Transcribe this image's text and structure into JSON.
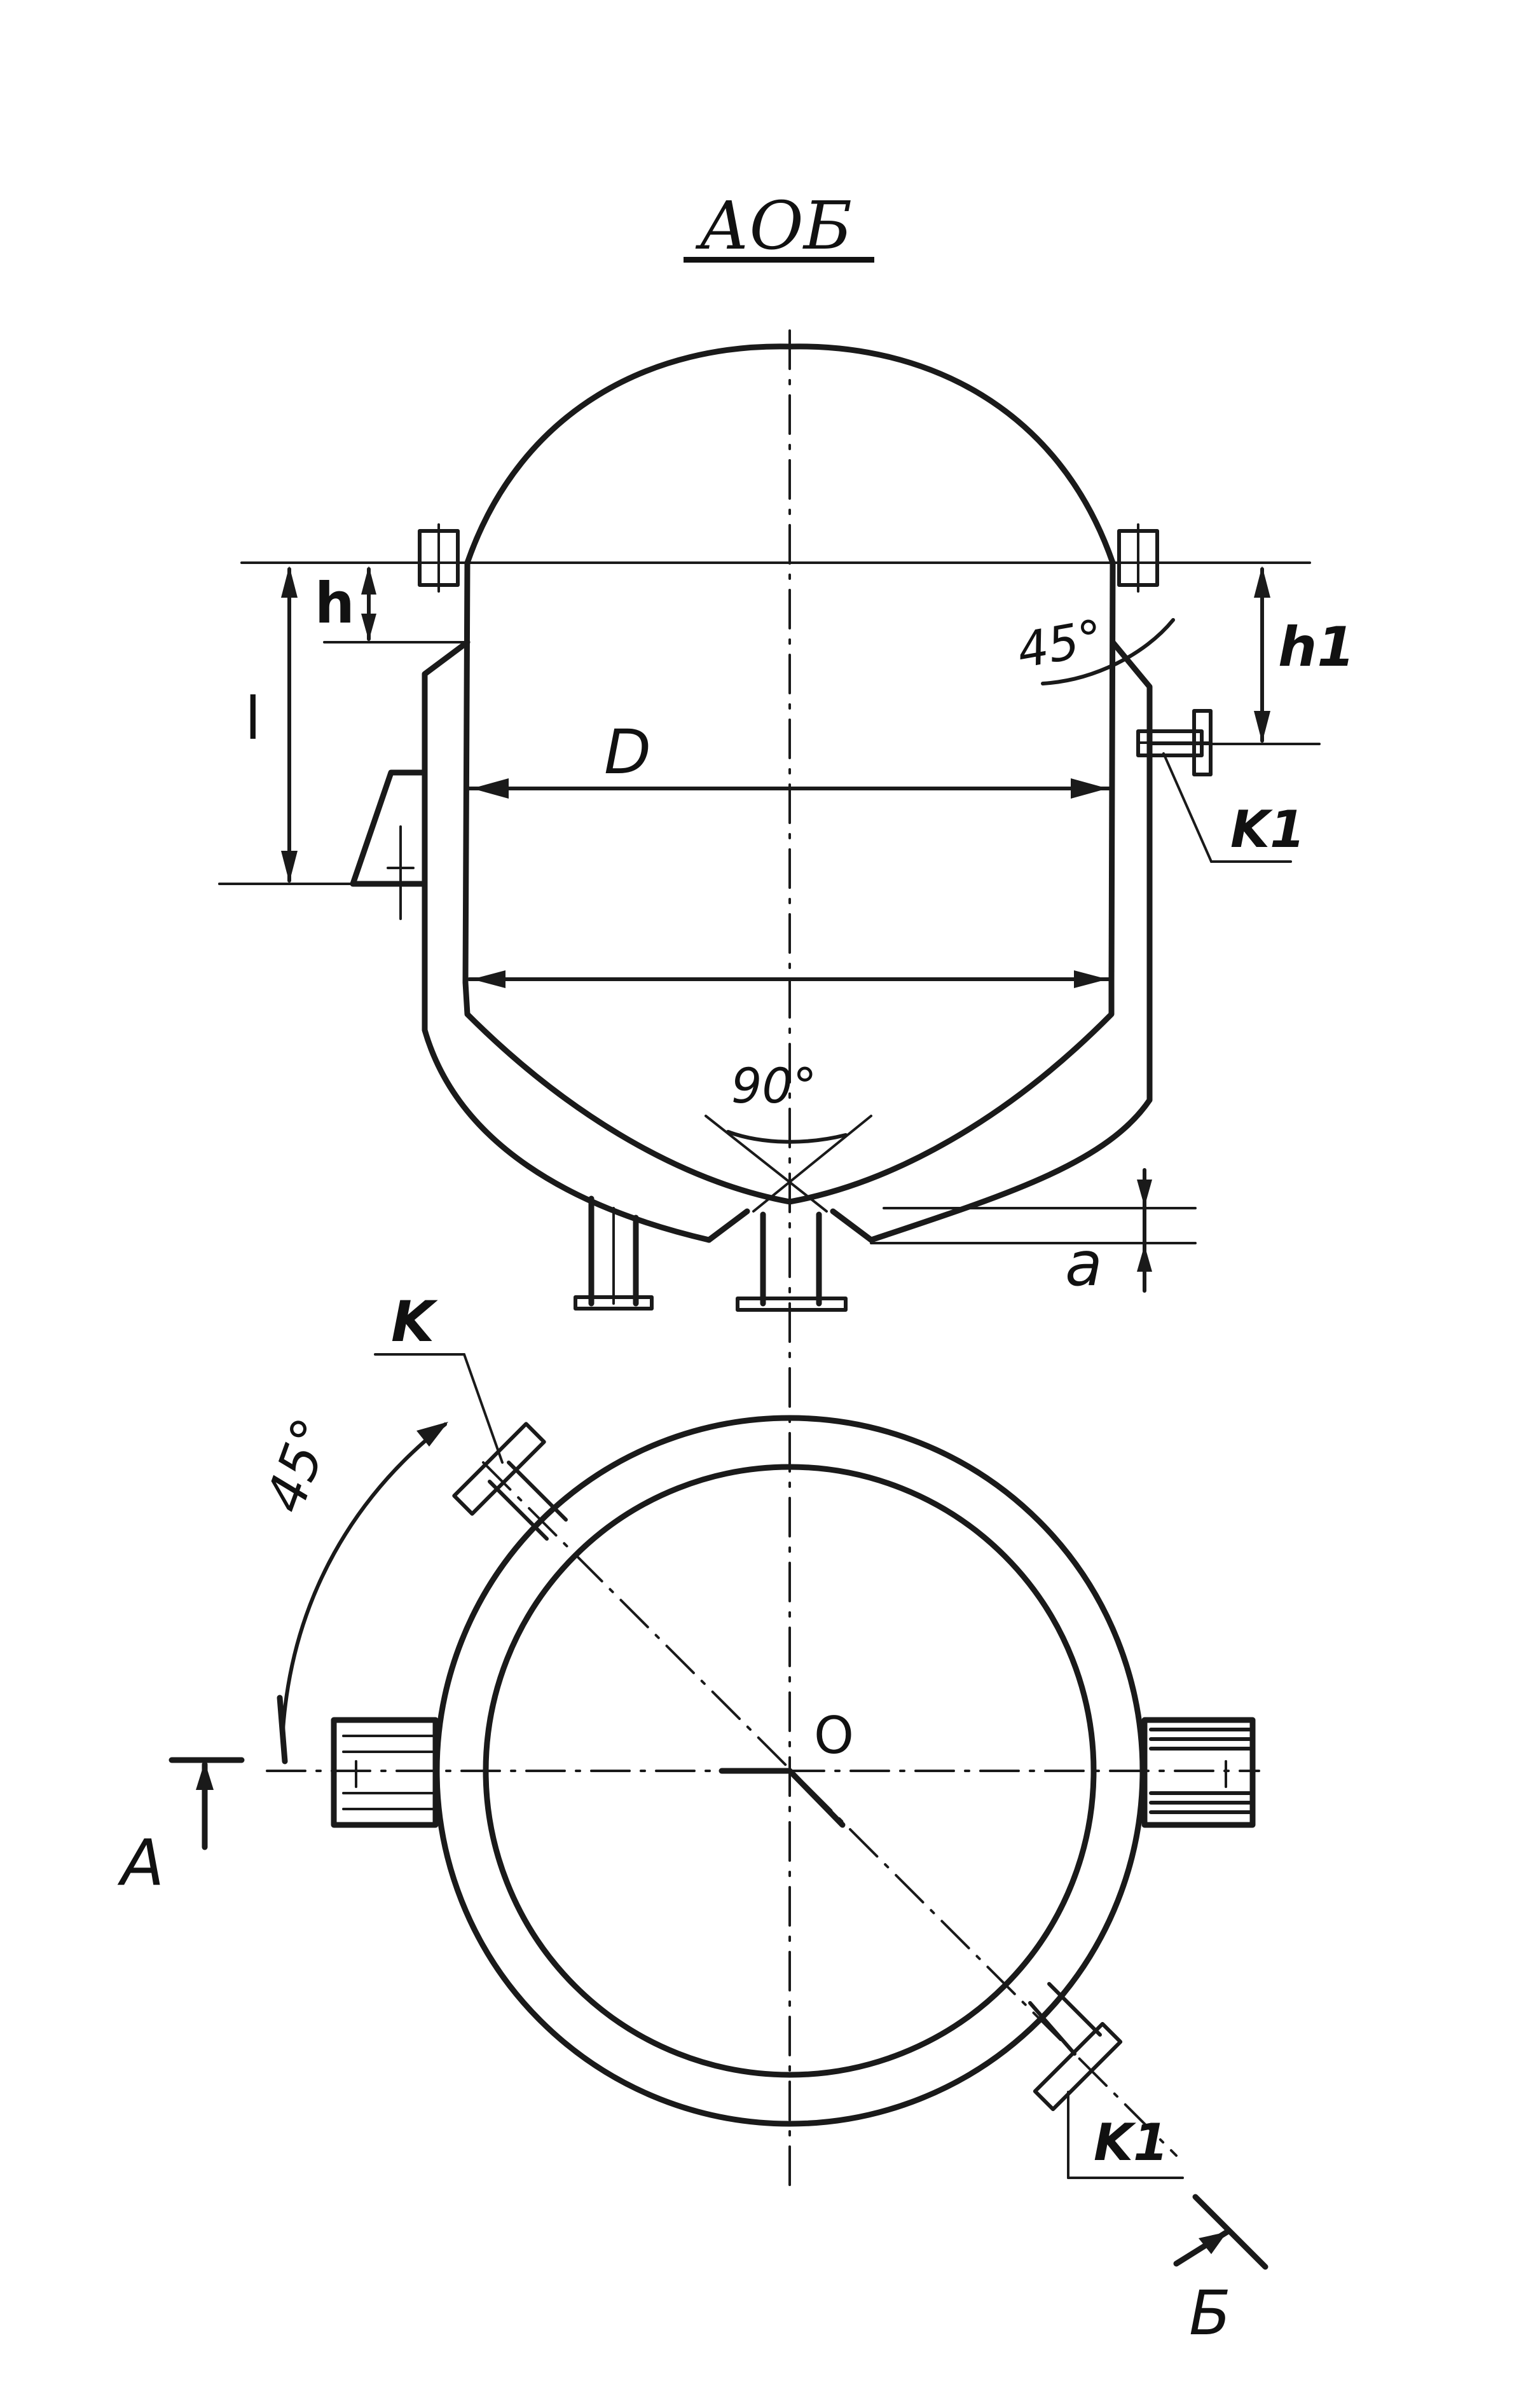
{
  "title": "АОБ",
  "labels": {
    "h": "h",
    "l": "l",
    "h1": "h1",
    "angle_top": "45°",
    "D": "D",
    "K1_front": "K1",
    "angle_bottom": "90°",
    "a": "a",
    "K": "K",
    "angle_plan": "45°",
    "O": "O",
    "A": "A",
    "K1_plan": "K1",
    "B": "Б"
  }
}
